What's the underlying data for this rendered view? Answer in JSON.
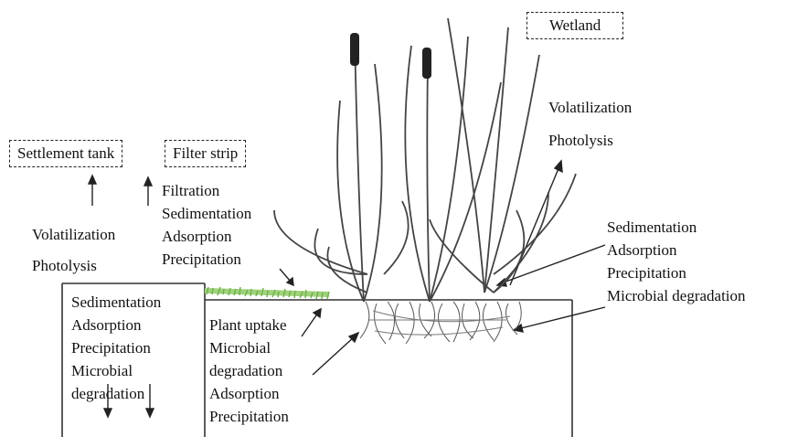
{
  "labels": {
    "settlement_tank": "Settlement tank",
    "filter_strip": "Filter strip",
    "wetland": "Wetland"
  },
  "settlement_tank": {
    "above": [
      "Volatilization",
      "Photolysis"
    ],
    "inside": [
      "Sedimentation",
      "Adsorption",
      "Precipitation",
      "Microbial",
      "degradation"
    ]
  },
  "filter_strip": {
    "above": [
      "Filtration",
      "Sedimentation",
      "Adsorption",
      "Precipitation"
    ],
    "below": [
      "Plant uptake",
      "Microbial",
      "degradation",
      "Adsorption",
      "Precipitation"
    ]
  },
  "wetland": {
    "above": [
      "Volatilization",
      "Photolysis"
    ],
    "roots": [
      "Sedimentation",
      "Adsorption",
      "Precipitation",
      "Microbial degradation"
    ]
  },
  "colors": {
    "ink": "#222222",
    "grass": "#7fbf5a",
    "plant": "#444444"
  }
}
